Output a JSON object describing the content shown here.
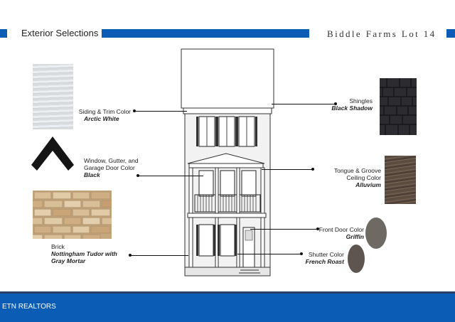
{
  "header": {
    "title": "Exterior Selections",
    "project": "Biddle Farms Lot 14"
  },
  "selections": [
    {
      "category": "Siding & Trim Color",
      "value": "Arctic White"
    },
    {
      "category": "Window, Gutter, and Garage Door Color",
      "value": "Black"
    },
    {
      "category": "Brick",
      "value": "Nottingham Tudor with Gray Mortar"
    },
    {
      "category": "Shingles",
      "value": "Black Shadow"
    },
    {
      "category": "Tongue & Groove Ceiling Color",
      "value": "Alluvium"
    },
    {
      "category": "Front Door Color",
      "value": "Griffin"
    },
    {
      "category": "Shutter Color",
      "value": "French Roast"
    }
  ],
  "colors": {
    "brand_blue": "#0a5cb5",
    "griffin": "#6e6962",
    "french_roast": "#5e5550",
    "alluvium": "#5c4c40",
    "black_shadow": "#2c2c30"
  },
  "footer": {
    "brand": "ETN REALTORS"
  }
}
